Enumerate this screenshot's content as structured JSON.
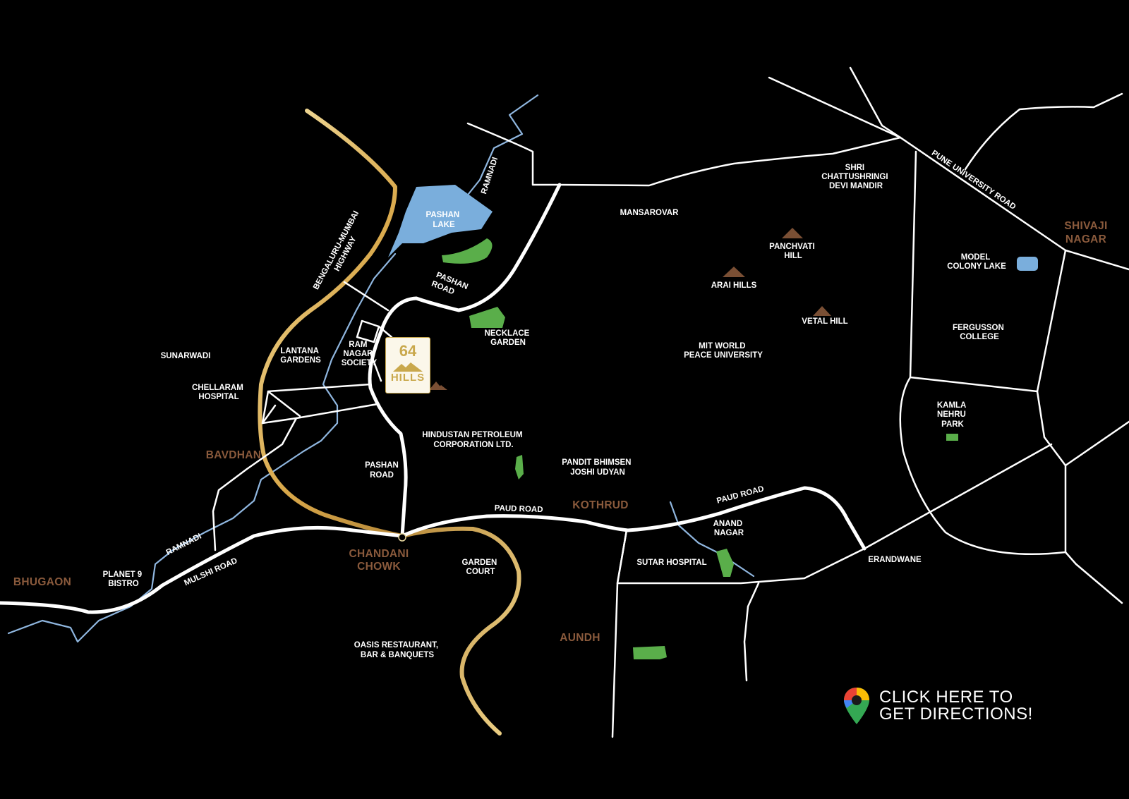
{
  "colors": {
    "background": "#000000",
    "road": "#ffffff",
    "highway_gold": "#c9a84c",
    "river": "#8fb6df",
    "park": "#5aae4a",
    "lake": "#7aaedc",
    "area_label": "#8a5a3c"
  },
  "project": {
    "number": "64",
    "name": "HILLS"
  },
  "cta": {
    "line1": "CLICK HERE TO",
    "line2": "GET DIRECTIONS!",
    "icon": "google-maps-pin-icon"
  },
  "areas": {
    "bhugaon": "BHUGAON",
    "bavdhan": "BAVDHAN",
    "chandani_1": "CHANDANI",
    "chandani_2": "CHOWK",
    "kothrud": "KOTHRUD",
    "aundh": "AUNDH",
    "shivaji_1": "SHIVAJI",
    "shivaji_2": "NAGAR"
  },
  "roads": {
    "highway_1": "BENGALURU-MUMBAI",
    "highway_2": "HIGHWAY",
    "ramnadi_north": "RAMNADI",
    "ramnadi_south": "RAMNADI",
    "pashan_road_north_1": "PASHAN",
    "pashan_road_north_2": "ROAD",
    "pashan_road_south_1": "PASHAN",
    "pashan_road_south_2": "ROAD",
    "paud_road_west": "PAUD ROAD",
    "paud_road_east": "PAUD ROAD",
    "mulshi_road": "MULSHI ROAD",
    "pune_university_road": "PUNE UNIVERSITY ROAD"
  },
  "places": {
    "pashan_lake_1": "PASHAN",
    "pashan_lake_2": "LAKE",
    "sunarwadi": "SUNARWADI",
    "lantana_1": "LANTANA",
    "lantana_2": "GARDENS",
    "ram_nagar_1": "RAM",
    "ram_nagar_2": "NAGAR",
    "ram_nagar_3": "SOCIETY",
    "chellaram_1": "CHELLARAM",
    "chellaram_2": "HOSPITAL",
    "necklace_1": "NECKLACE",
    "necklace_2": "GARDEN",
    "hpcl_1": "HINDUSTAN PETROLEUM",
    "hpcl_2": "CORPORATION LTD.",
    "bhimsen_1": "PANDIT BHIMSEN",
    "bhimsen_2": "JOSHI UDYAN",
    "mansarovar": "MANSAROVAR",
    "chattushringi_1": "SHRI",
    "chattushringi_2": "CHATTUSHRINGI",
    "chattushringi_3": "DEVI MANDIR",
    "panchvati_1": "PANCHVATI",
    "panchvati_2": "HILL",
    "arai_hills": "ARAI HILLS",
    "vetal_hill": "VETAL HILL",
    "mit_1": "MIT WORLD",
    "mit_2": "PEACE UNIVERSITY",
    "model_colony_1": "MODEL",
    "model_colony_2": "COLONY LAKE",
    "fergusson_1": "FERGUSSON",
    "fergusson_2": "COLLEGE",
    "kamla_1": "KAMLA",
    "kamla_2": "NEHRU",
    "kamla_3": "PARK",
    "anand_1": "ANAND",
    "anand_2": "NAGAR",
    "sutar_hospital": "SUTAR HOSPITAL",
    "erandwane": "ERANDWANE",
    "garden_court_1": "GARDEN",
    "garden_court_2": "COURT",
    "planet9_1": "PLANET 9",
    "planet9_2": "BISTRO",
    "oasis_1": "OASIS RESTAURANT,",
    "oasis_2": "BAR & BANQUETS"
  }
}
